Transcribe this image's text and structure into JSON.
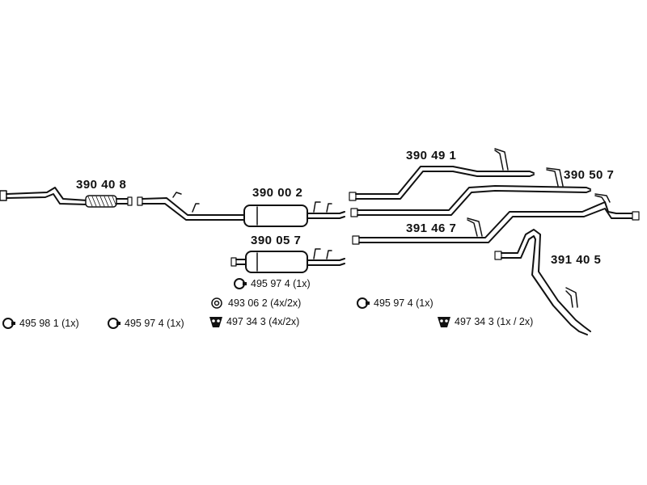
{
  "parts": [
    {
      "id": "p1",
      "number": "390 40 8"
    },
    {
      "id": "p2",
      "number": "390 00 2"
    },
    {
      "id": "p3",
      "number": "390 05 7"
    },
    {
      "id": "p4",
      "number": "390 49 1"
    },
    {
      "id": "p5",
      "number": "390 50 7"
    },
    {
      "id": "p6",
      "number": "391 46 7"
    },
    {
      "id": "p7",
      "number": "391 40 5"
    }
  ],
  "accessories": [
    {
      "id": "a1",
      "icon": "clamp-icon",
      "text": "495 98 1  (1x)"
    },
    {
      "id": "a2",
      "icon": "clamp-icon",
      "text": "495 97 4  (1x)"
    },
    {
      "id": "a3",
      "icon": "clamp-icon",
      "text": "495 97 4 (1x)"
    },
    {
      "id": "a4",
      "icon": "rubber-ring-icon",
      "text": "493 06 2 (4x/2x)"
    },
    {
      "id": "a5",
      "icon": "hanger-icon",
      "text": "497 34 3 (4x/2x)"
    },
    {
      "id": "a6",
      "icon": "clamp-icon",
      "text": "495 97 4  (1x)"
    },
    {
      "id": "a7",
      "icon": "hanger-icon",
      "text": "497 34 3  (1x / 2x)"
    }
  ]
}
